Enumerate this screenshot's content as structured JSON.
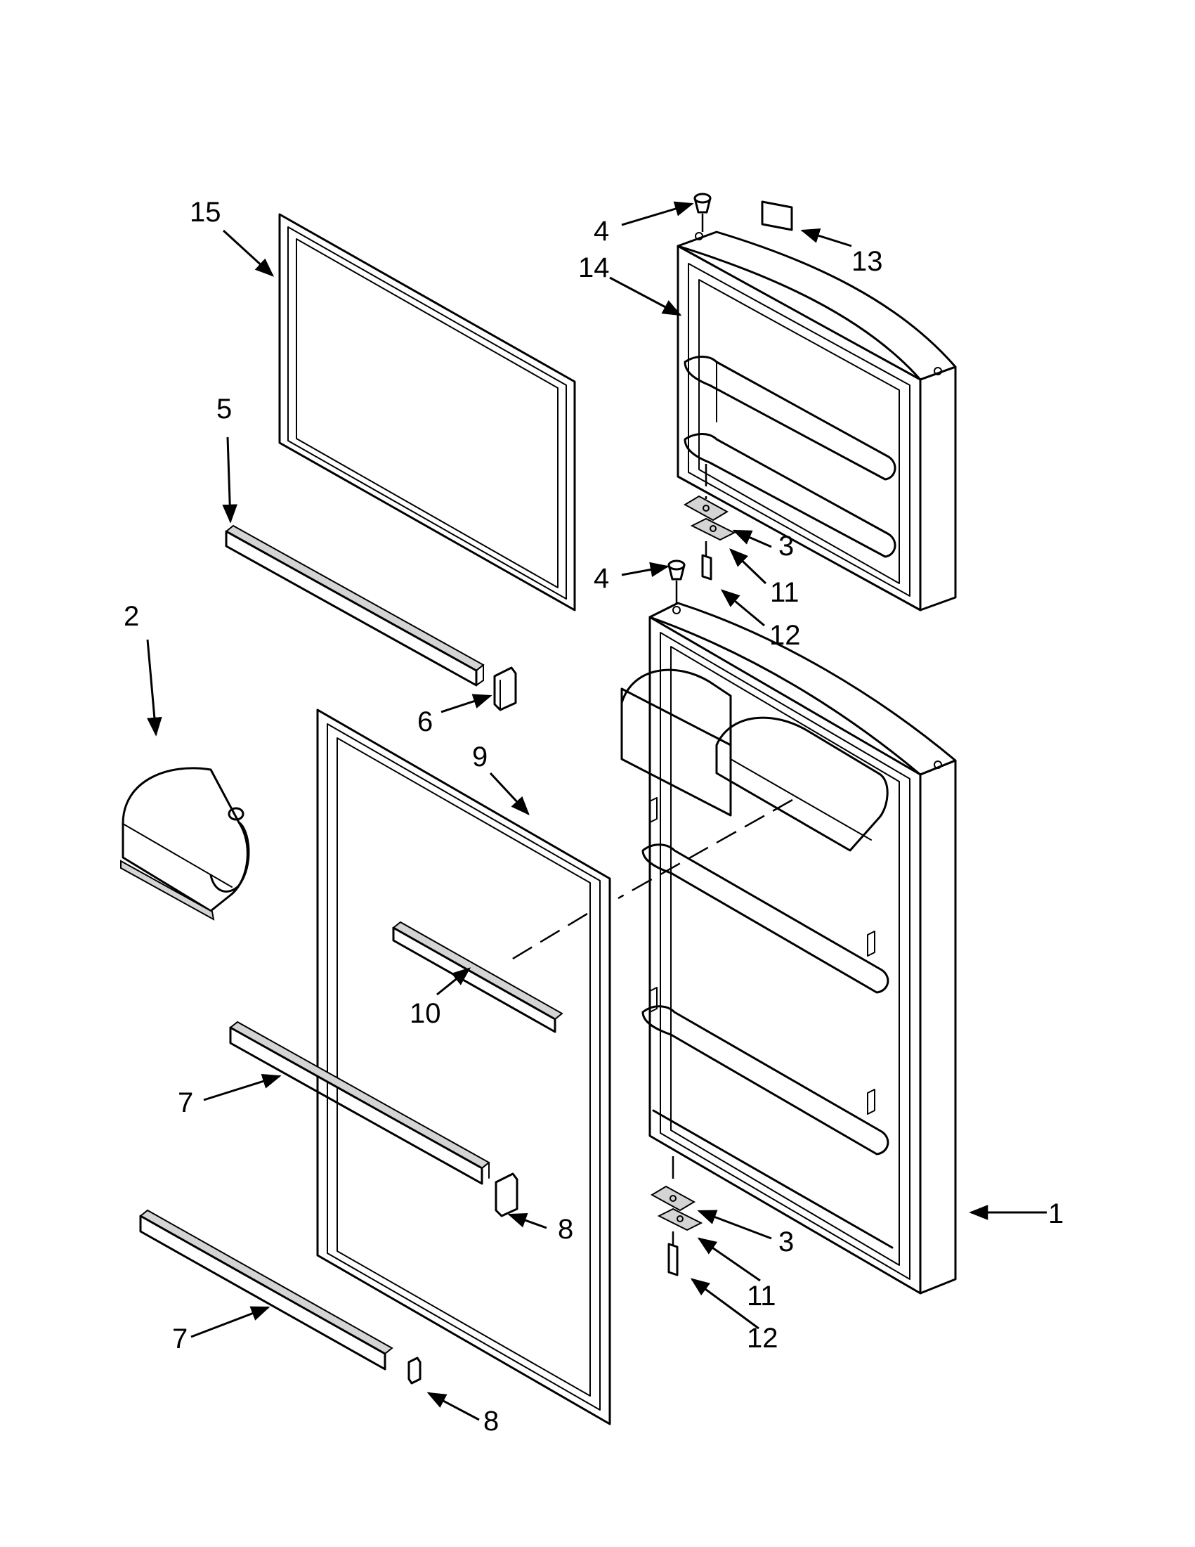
{
  "callouts": {
    "c1": "1",
    "c2": "2",
    "c3a": "3",
    "c3b": "3",
    "c4a": "4",
    "c4b": "4",
    "c5": "5",
    "c6": "6",
    "c7a": "7",
    "c7b": "7",
    "c8a": "8",
    "c8b": "8",
    "c9": "9",
    "c10": "10",
    "c11a": "11",
    "c11b": "11",
    "c12a": "12",
    "c12b": "12",
    "c13": "13",
    "c14": "14",
    "c15": "15"
  }
}
